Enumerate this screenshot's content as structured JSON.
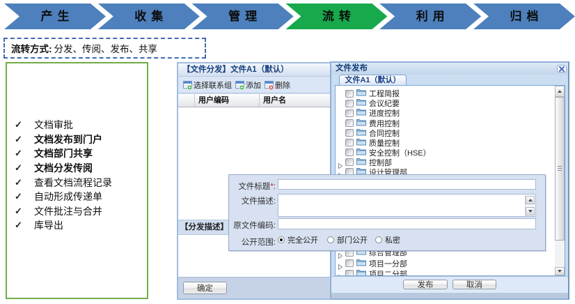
{
  "process_bar": {
    "color_default": "#4D80BC",
    "color_active": "#17A94C",
    "steps": [
      {
        "label": "产生",
        "active": false
      },
      {
        "label": "收集",
        "active": false
      },
      {
        "label": "管理",
        "active": false
      },
      {
        "label": "流转",
        "active": true
      },
      {
        "label": "利用",
        "active": false
      },
      {
        "label": "归档",
        "active": false
      }
    ]
  },
  "caption": {
    "label_bold": "流转方式:",
    "label_rest": "分发、传阅、发布、共享"
  },
  "features": {
    "check_glyph": "✓",
    "border_color": "#6fae47",
    "items": [
      {
        "text": "文档审批",
        "bold": false
      },
      {
        "text": "文档发布到门户",
        "bold": true
      },
      {
        "text": "文档部门共享",
        "bold": true
      },
      {
        "text": "文档分发传阅",
        "bold": true
      },
      {
        "text": "查看文档流程记录",
        "bold": false
      },
      {
        "text": "自动形成传递单",
        "bold": false
      },
      {
        "text": "文件批注与合并",
        "bold": false
      },
      {
        "text": "库导出",
        "bold": false
      }
    ]
  },
  "dispatch_window": {
    "title": "【文件分发】文件A1（默认）",
    "toolbar": [
      {
        "label": "选择联系组",
        "icon": "contact-group-add-icon",
        "badge": "add"
      },
      {
        "label": "添加",
        "icon": "add-user-icon",
        "badge": "add"
      },
      {
        "label": "删除",
        "icon": "delete-user-icon",
        "badge": "delete"
      }
    ],
    "table": {
      "columns": [
        "",
        "用户编码",
        "用户名"
      ]
    },
    "description_label": "【分发描述】",
    "confirm_button": "确定"
  },
  "publish_panel": {
    "title": "文件发布",
    "tab": "文件A1（默认）",
    "publish_button": "发布",
    "cancel_button": "取消",
    "tree": [
      {
        "label": "工程简报",
        "expandable": false
      },
      {
        "label": "会议纪要",
        "expandable": false
      },
      {
        "label": "进度控制",
        "expandable": false
      },
      {
        "label": "费用控制",
        "expandable": false
      },
      {
        "label": "合同控制",
        "expandable": false
      },
      {
        "label": "质量控制",
        "expandable": false
      },
      {
        "label": "安全控制（HSE）",
        "expandable": false
      },
      {
        "label": "控制部",
        "expandable": true
      },
      {
        "label": "设计管理部",
        "expandable": true
      },
      {
        "label": "综合管理部",
        "expandable": true
      },
      {
        "label": "项目一分部",
        "expandable": true
      },
      {
        "label": "项目二分部",
        "expandable": true
      }
    ]
  },
  "publish_dialog": {
    "colon": ":",
    "required_mark": "*",
    "fields": {
      "title_label": "文件标题",
      "desc_label": "文件描述",
      "code_label": "原文件编码",
      "scope_label": "公开范围"
    },
    "scope_options": [
      {
        "label": "完全公开",
        "selected": true
      },
      {
        "label": "部门公开",
        "selected": false
      },
      {
        "label": "私密",
        "selected": false
      }
    ]
  }
}
